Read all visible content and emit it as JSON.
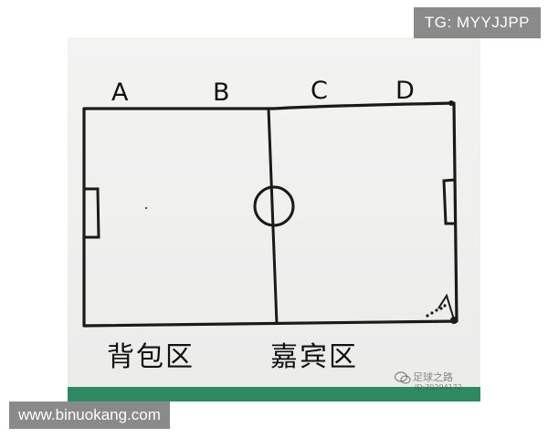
{
  "badges": {
    "telegram": "TG: MYYJJPP",
    "website": "www.binuokang.com"
  },
  "sketch": {
    "column_labels": [
      "A",
      "B",
      "C",
      "D"
    ],
    "zones": {
      "left": "背包区",
      "right": "嘉宾区"
    }
  },
  "watermark": {
    "name": "足球之路",
    "id": "ID:70294172"
  }
}
